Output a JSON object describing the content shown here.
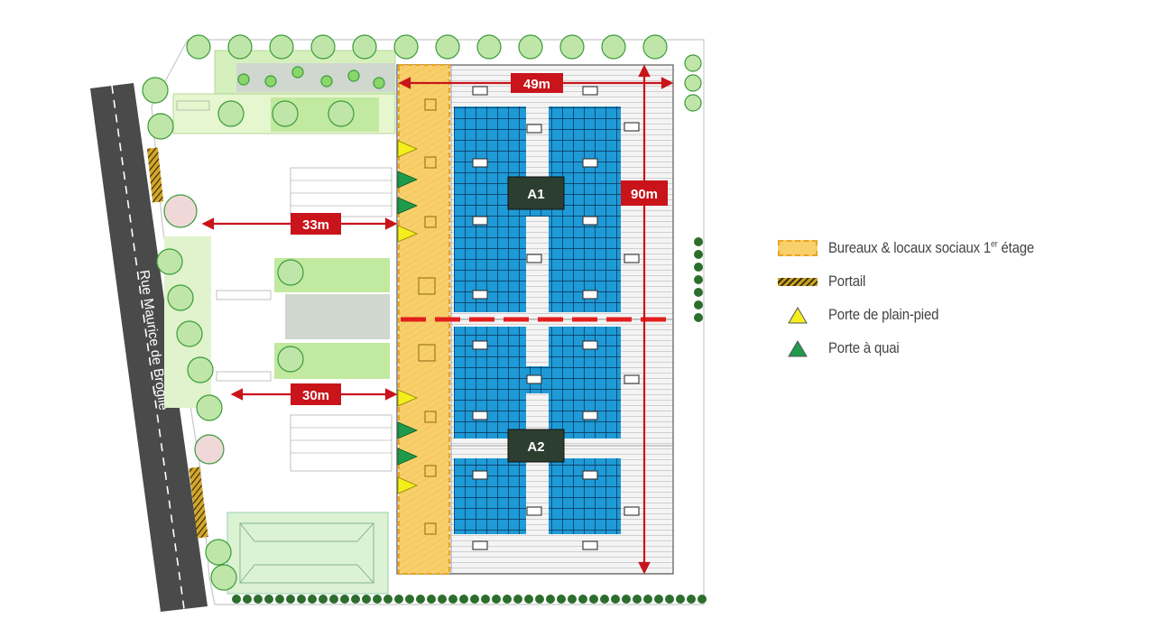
{
  "colors": {
    "office": "#f8cf6a",
    "office_border": "#e9a420",
    "storage": "#1e9ad6",
    "storage_dark": "#0a2f55",
    "dimension": "#c8141a",
    "cell_label_bg": "#2c3e30",
    "road": "#4a4a4a",
    "tree": "#3a9b3a",
    "lawn": "#a6e07e",
    "door_ground": "#f3ee1c",
    "door_dock": "#1f9a4a"
  },
  "street": {
    "name": "Rue Maurice de Broglie"
  },
  "dimensions": {
    "width": "49m",
    "length": "90m",
    "setback_north": "33m",
    "setback_south": "30m"
  },
  "cells": [
    {
      "id": "A1"
    },
    {
      "id": "A2"
    }
  ],
  "legend": [
    {
      "key": "office",
      "label": "Bureaux & locaux sociaux 1",
      "sup": "er",
      "suffix": " étage",
      "icon": "dashed-yellow-rectangle"
    },
    {
      "key": "gate",
      "label": "Portail",
      "icon": "hatched-bar"
    },
    {
      "key": "ground",
      "label": "Porte de plain-pied",
      "icon": "yellow-triangle"
    },
    {
      "key": "dock",
      "label": "Porte à quai",
      "icon": "green-triangle"
    }
  ]
}
